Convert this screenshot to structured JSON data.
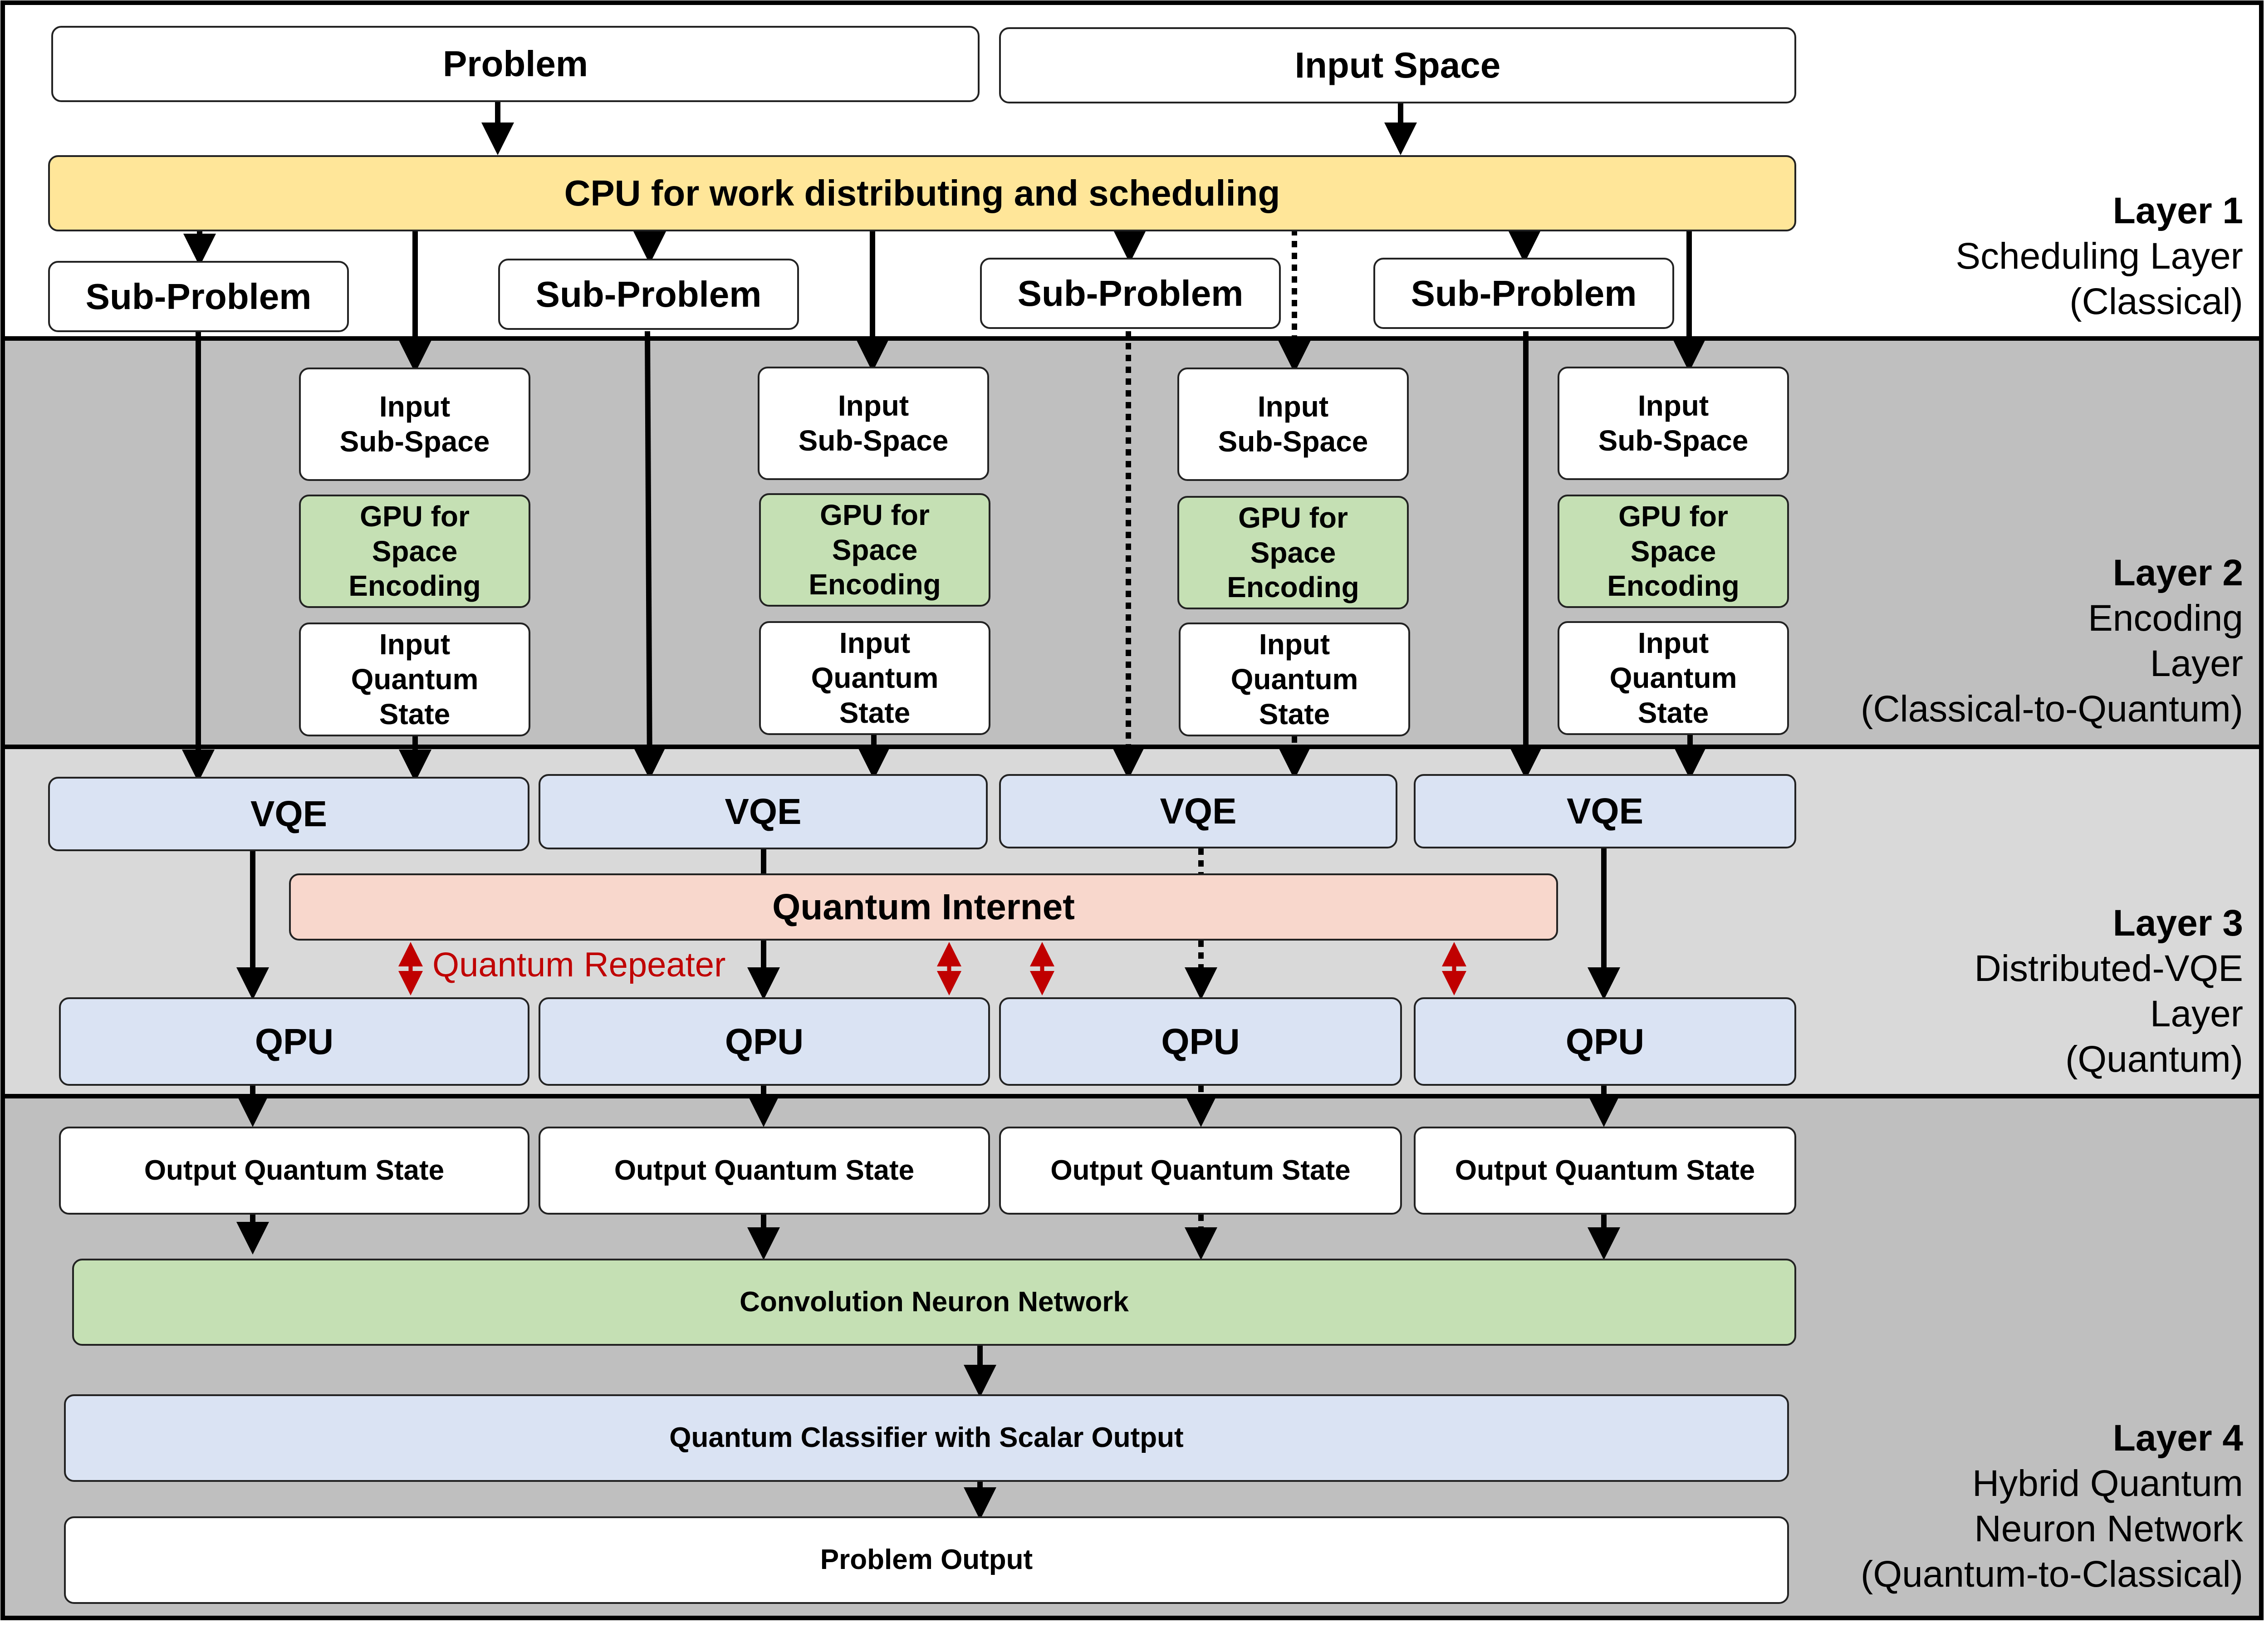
{
  "top": {
    "problem": "Problem",
    "input_space": "Input Space"
  },
  "cpu": "CPU for work distributing and scheduling",
  "sub_problem": "Sub-Problem",
  "encoding": {
    "input_subspace": "Input\nSub-Space",
    "gpu": "GPU for\nSpace\nEncoding",
    "input_state": "Input\nQuantum\nState"
  },
  "vqe": "VQE",
  "qpu": "QPU",
  "quantum_internet": "Quantum Internet",
  "quantum_repeater": "Quantum Repeater",
  "output_state": "Output Quantum State",
  "cnn": "Convolution Neuron Network",
  "classifier": "Quantum Classifier with Scalar Output",
  "problem_output": "Problem Output",
  "layers": [
    {
      "title": "Layer 1",
      "subtitle": "Scheduling Layer\n(Classical)"
    },
    {
      "title": "Layer 2",
      "subtitle": "Encoding\nLayer\n(Classical-to-Quantum)"
    },
    {
      "title": "Layer 3",
      "subtitle": "Distributed-VQE\nLayer\n(Quantum)"
    },
    {
      "title": "Layer 4",
      "subtitle": "Hybrid Quantum\nNeuron Network\n(Quantum-to-Classical)"
    }
  ],
  "colors": {
    "cpu": "#ffe699",
    "gpu": "#c5e0b4",
    "vqe": "#dae3f3",
    "internet": "#f8d7cc",
    "layer2_bg": "#bfbfbf",
    "layer3_bg": "#d9d9d9",
    "layer4_bg": "#bfbfbf",
    "repeater": "#c00000"
  }
}
